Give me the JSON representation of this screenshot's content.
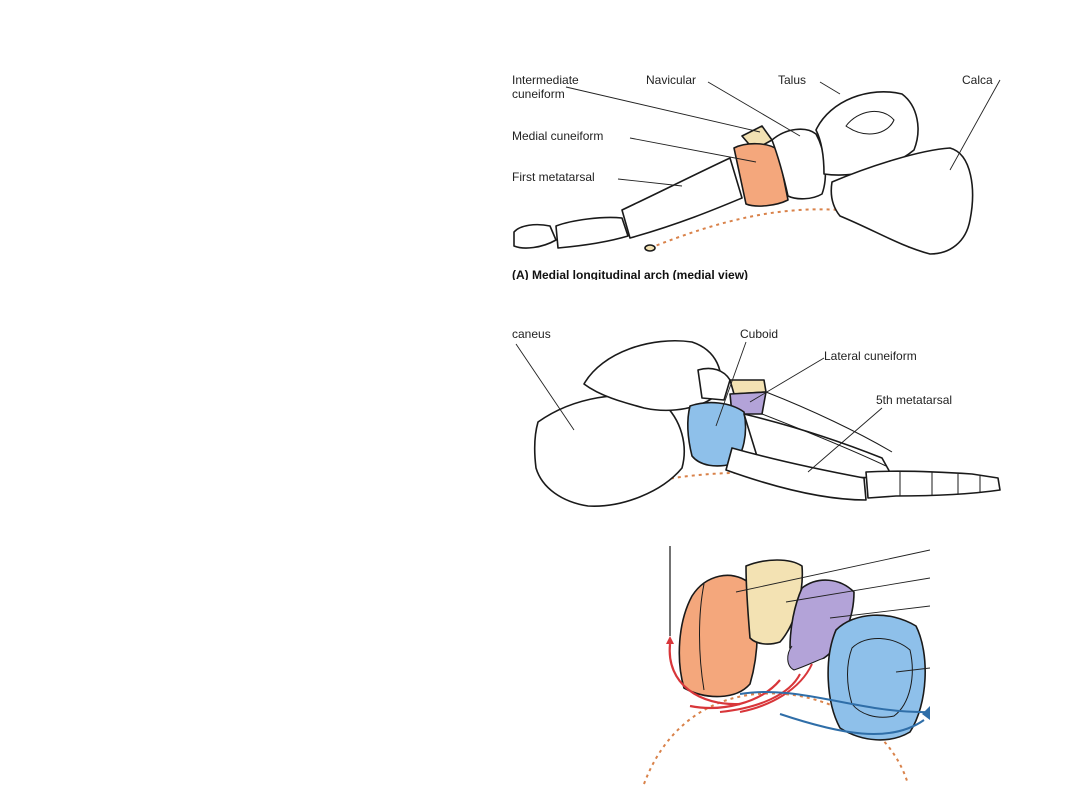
{
  "panels": {
    "medial": {
      "labels": {
        "intermediate_cuneiform_line1": "Intermediate",
        "intermediate_cuneiform_line2": "cuneiform",
        "navicular": "Navicular",
        "talus": "Talus",
        "calcaneus": "Calca",
        "medial_cuneiform": "Medial cuneiform",
        "first_metatarsal": "First metatarsal"
      },
      "caption": "(A) Medial longitudinal arch (medial view)"
    },
    "lateral": {
      "labels": {
        "calcaneus": "caneus",
        "cuboid": "Cuboid",
        "lateral_cuneiform": "Lateral cuneiform",
        "fifth_metatarsal": "5th metatarsal"
      }
    },
    "transverse": {}
  },
  "colors": {
    "medial_cuneiform": "#f4a77c",
    "intermediate_cuneiform": "#f3e2b3",
    "lateral_cuneiform": "#b3a3d8",
    "cuboid": "#8ec0ea",
    "arch_line": "#d9824a",
    "red_arrow": "#d8363a",
    "blue_arrow": "#2f6ea8"
  }
}
